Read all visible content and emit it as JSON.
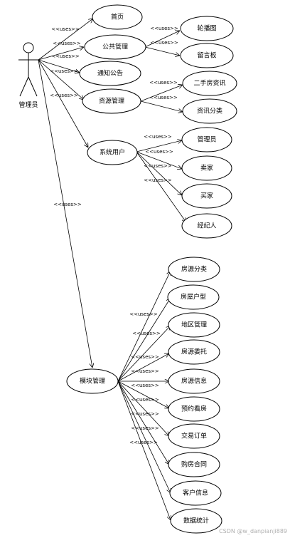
{
  "diagram": {
    "actor": {
      "label": "管理员"
    },
    "stereotype": "<<uses>>",
    "use_cases": {
      "home": "首页",
      "public_mgmt": "公共管理",
      "notice": "通知公告",
      "resource_mgmt": "资源管理",
      "system_users": "系统用户",
      "module_mgmt": "模块管理",
      "carousel": "轮播图",
      "guestbook": "留言板",
      "second_hand_info": "二手房资讯",
      "info_category": "资讯分类",
      "admin": "管理员",
      "seller": "卖家",
      "buyer": "买家",
      "agent": "经纪人",
      "listing_category": "房源分类",
      "house_type": "房屋户型",
      "area_mgmt": "地区管理",
      "listing_entrust": "房源委托",
      "listing_info": "房源信息",
      "viewing_appointment": "预约看房",
      "trade_order": "交易订单",
      "purchase_contract": "购房合同",
      "customer_info": "客户信息",
      "data_stats": "数据统计"
    },
    "watermark": "CSDN @w_danpianji889"
  }
}
